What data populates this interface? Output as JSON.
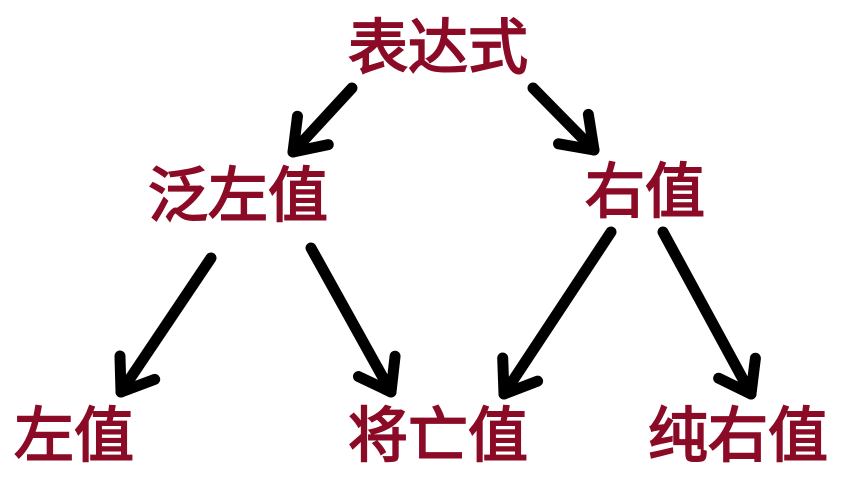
{
  "colors": {
    "node_text": "#8b0a26",
    "arrow": "#000000"
  },
  "nodes": {
    "expression": "表达式",
    "glvalue": "泛左值",
    "rvalue": "右值",
    "lvalue": "左值",
    "xvalue": "将亡值",
    "prvalue": "纯右值"
  },
  "edges": [
    {
      "from": "expression",
      "to": "glvalue"
    },
    {
      "from": "expression",
      "to": "rvalue"
    },
    {
      "from": "glvalue",
      "to": "lvalue"
    },
    {
      "from": "glvalue",
      "to": "xvalue"
    },
    {
      "from": "rvalue",
      "to": "xvalue"
    },
    {
      "from": "rvalue",
      "to": "prvalue"
    }
  ]
}
